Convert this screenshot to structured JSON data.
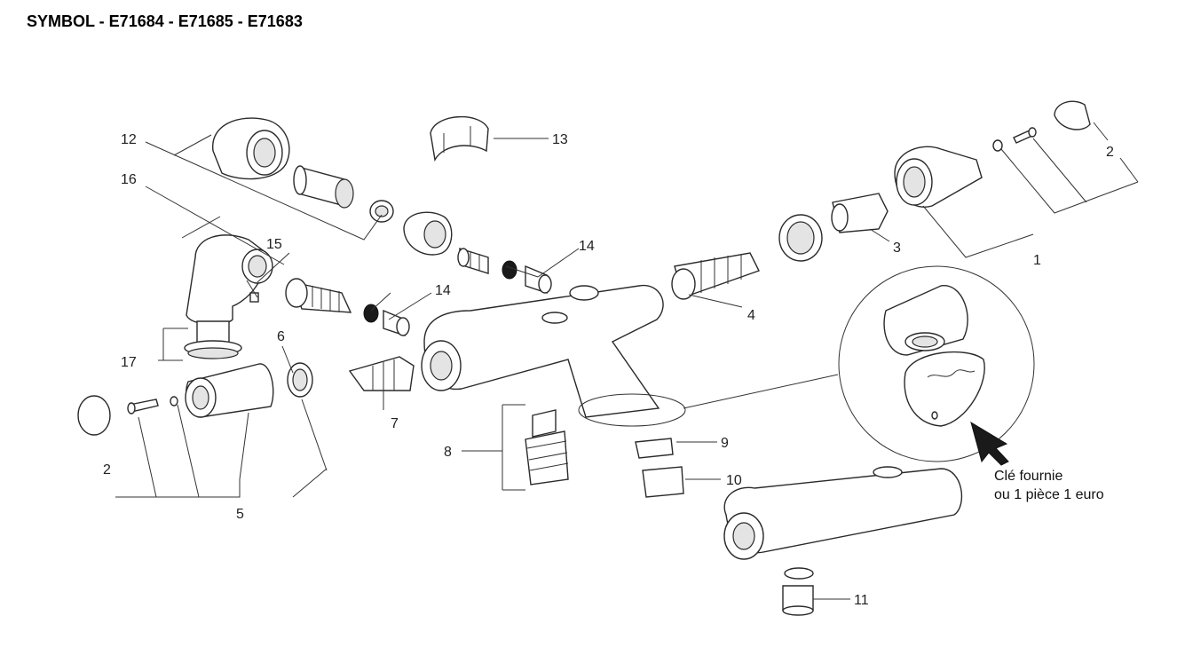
{
  "title": "SYMBOL - E71684 - E71685 - E71683",
  "labels": {
    "l1": "1",
    "l2a": "2",
    "l2b": "2",
    "l3": "3",
    "l4": "4",
    "l5": "5",
    "l6": "6",
    "l7": "7",
    "l8": "8",
    "l9": "9",
    "l10": "10",
    "l11": "11",
    "l12": "12",
    "l13": "13",
    "l14a": "14",
    "l14b": "14",
    "l15": "15",
    "l16": "16",
    "l17": "17"
  },
  "note": {
    "line1": "Clé fournie",
    "line2": "ou 1 pièce 1 euro"
  },
  "colors": {
    "line": "#2a2a2a",
    "shade": "#e4e4e4",
    "black": "#1a1a1a"
  }
}
